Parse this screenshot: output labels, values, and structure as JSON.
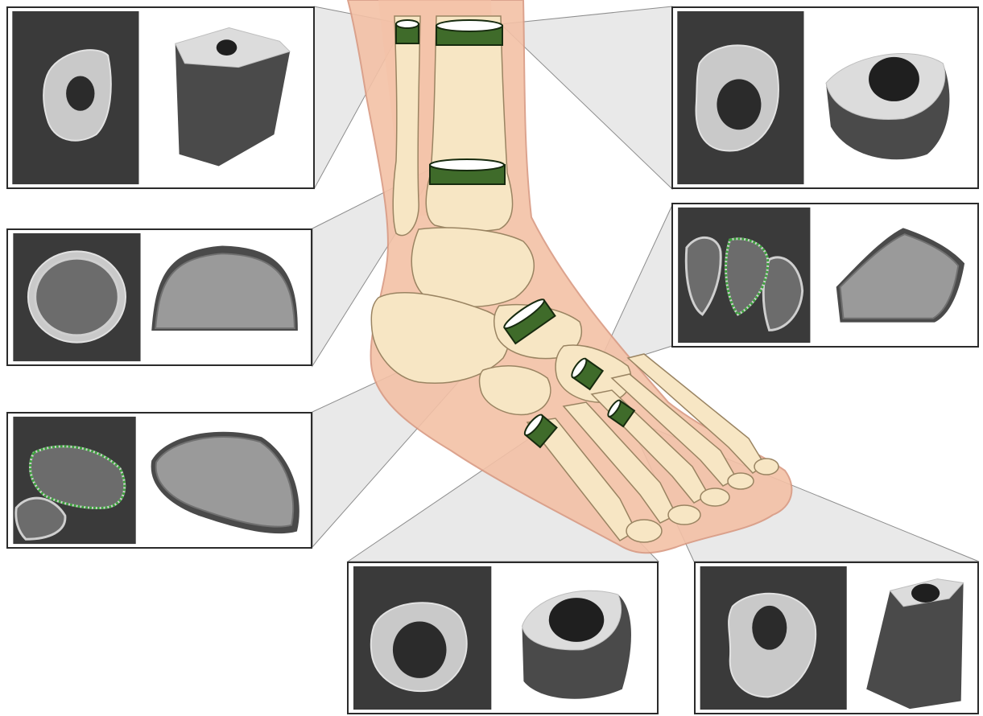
{
  "figure": {
    "colors": {
      "skin": "#f3c1a6",
      "skin_edge": "#d99a82",
      "bone": "#f7e6c4",
      "bone_edge": "#9a8462",
      "ring_band": "#3f6b2a",
      "ring_edge": "#172b0f",
      "contour": "#3da23d",
      "ct_background": "#3a3a3a",
      "render_light": "#dcdcdc",
      "render_dark": "#4a4a4a",
      "callout_fill": "#e6e6e6",
      "callout_line": "#7a7a7a",
      "panel_border": "#2b2b2b"
    },
    "panels": [
      {
        "id": "fibula-shaft",
        "kind": "cortical",
        "contour": false
      },
      {
        "id": "tibia-shaft",
        "kind": "cortical",
        "contour": false
      },
      {
        "id": "distal-tibia",
        "kind": "trabecular",
        "contour": false
      },
      {
        "id": "navicular",
        "kind": "trabecular",
        "contour": true
      },
      {
        "id": "talus",
        "kind": "trabecular",
        "contour": true
      },
      {
        "id": "first-metatarsal",
        "kind": "cortical",
        "contour": false
      },
      {
        "id": "fifth-metatarsal",
        "kind": "cortical",
        "contour": false
      }
    ]
  }
}
